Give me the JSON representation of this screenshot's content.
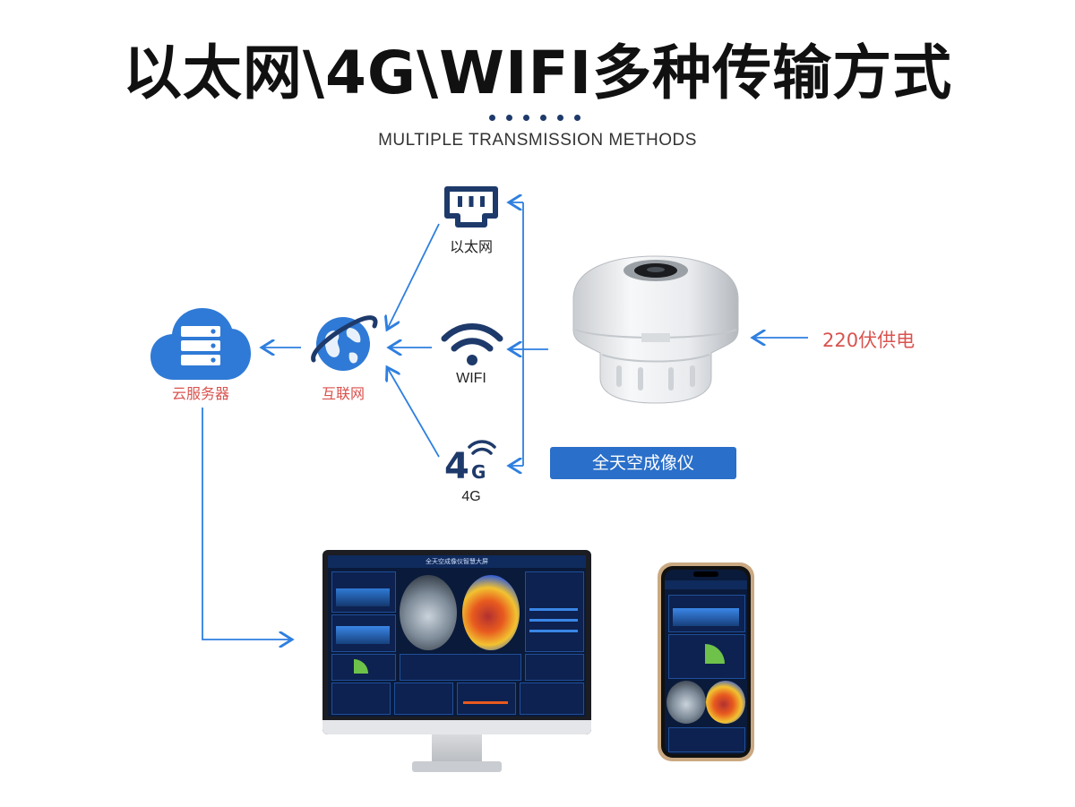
{
  "header": {
    "title": "以太网\\4G\\WIFI多种传输方式",
    "subtitle": "MULTIPLE TRANSMISSION METHODS"
  },
  "nodes": {
    "cloud_server": "云服务器",
    "internet": "互联网",
    "ethernet": "以太网",
    "wifi": "WIFI",
    "cellular": "4G"
  },
  "device": {
    "name": "全天空成像仪",
    "power": "220伏供电"
  },
  "dashboard": {
    "title": "全天空成像仪智慧大屏"
  },
  "colors": {
    "accent": "#2a6fc9",
    "navy": "#1e3a6b",
    "power_text": "#d9534f",
    "line": "#2e7fe0"
  },
  "icons": [
    "ethernet-icon",
    "wifi-icon",
    "4g-icon",
    "globe-icon",
    "cloud-server-icon"
  ]
}
